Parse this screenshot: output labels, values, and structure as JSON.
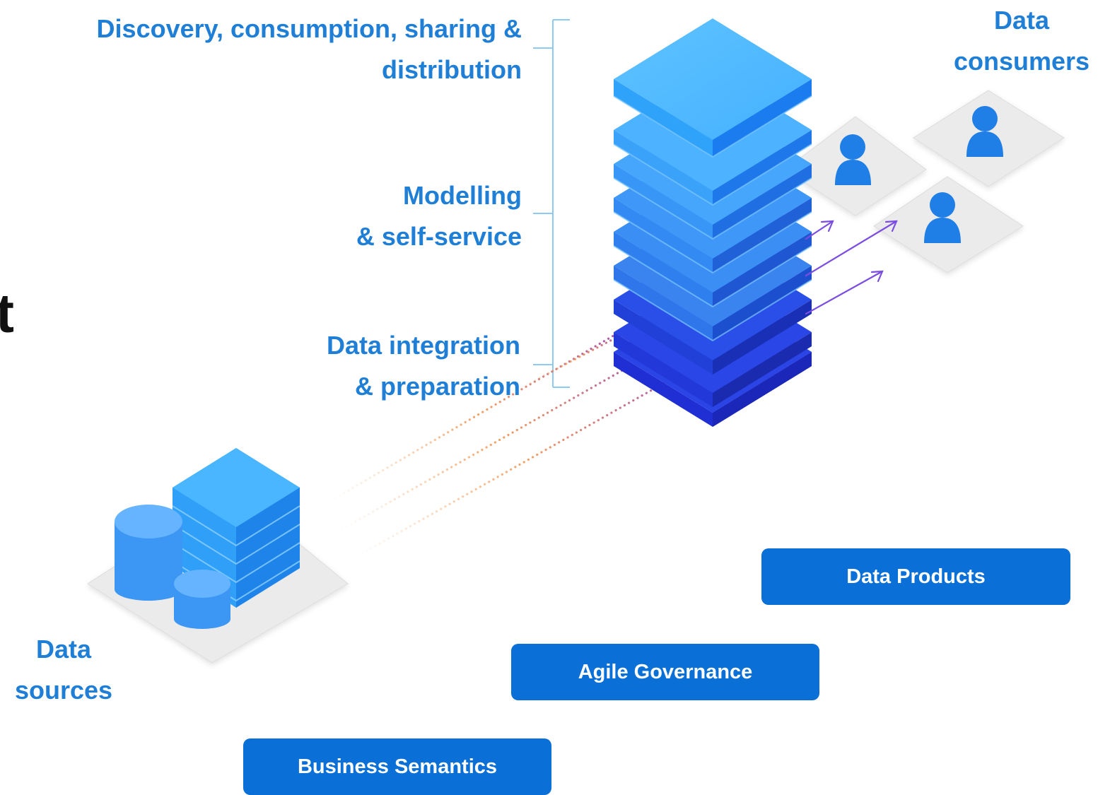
{
  "labels": {
    "discovery": [
      "Discovery, consumption, sharing &",
      "distribution"
    ],
    "modelling": [
      "Modelling",
      "& self-service"
    ],
    "integration": [
      "Data integration",
      "& preparation"
    ],
    "sources": [
      "Data",
      "sources"
    ],
    "consumers": [
      "Data",
      "consumers"
    ],
    "partial_left_letter": "t"
  },
  "buttons": {
    "data_products": "Data Products",
    "agile_governance": "Agile Governance",
    "business_semantics": "Business Semantics"
  },
  "colors": {
    "label_blue": "#1f7fd6",
    "button_blue": "#0a6fd6",
    "arrow_purple": "#7b4de0",
    "dotted_orange": "#e8772e"
  },
  "icons": {
    "consumer": "person-icon",
    "source_db": "database-icon",
    "stack": "server-stack-icon"
  }
}
